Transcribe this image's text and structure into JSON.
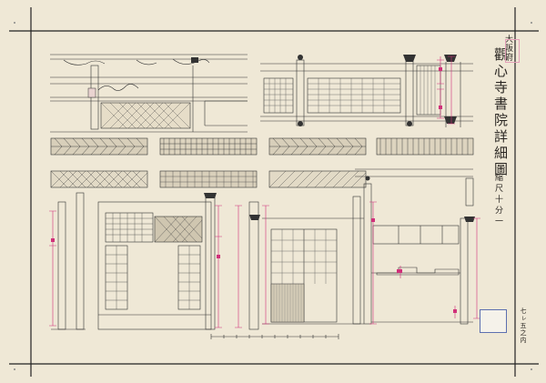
{
  "document": {
    "title": "觀心寺書院詳細圖",
    "location": "大阪府",
    "scale": "縮尺十分一",
    "sheet_number": "七ㇾ五之内"
  },
  "label": {
    "lines": [
      "",
      "",
      "",
      ""
    ]
  },
  "stamp": {
    "text": ""
  },
  "colors": {
    "paper": "#efe8d6",
    "ink": "#2a2622",
    "dimension_lines": "#d0307a",
    "label_border": "#5c6fb0"
  }
}
